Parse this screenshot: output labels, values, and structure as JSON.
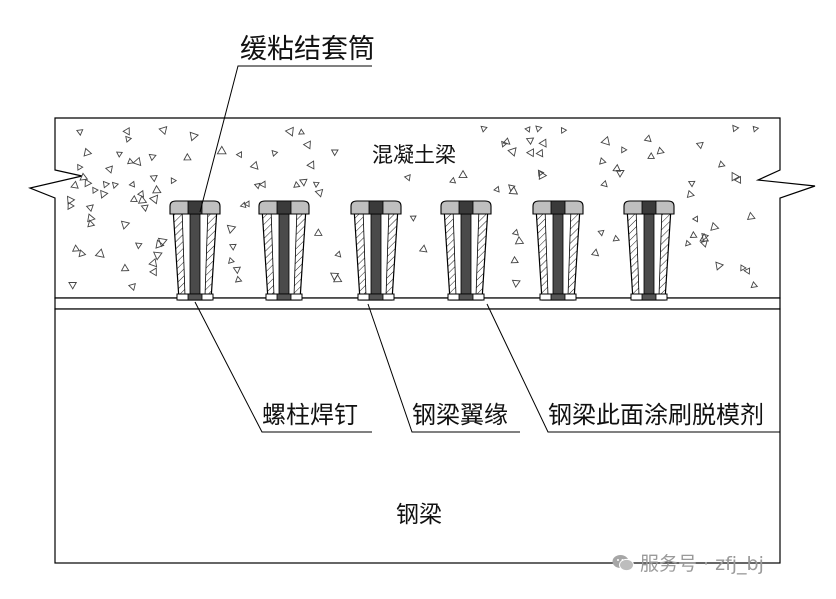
{
  "labels": {
    "sleeve": "缓粘结套筒",
    "concrete_beam": "混凝土梁",
    "stud": "螺柱焊钉",
    "flange": "钢梁翼缘",
    "release_agent": "钢梁此面涂刷脱模剂",
    "steel_beam": "钢梁"
  },
  "watermark": {
    "text": "服务号 · zfj_bj",
    "icon": "wechat-icon"
  }
}
